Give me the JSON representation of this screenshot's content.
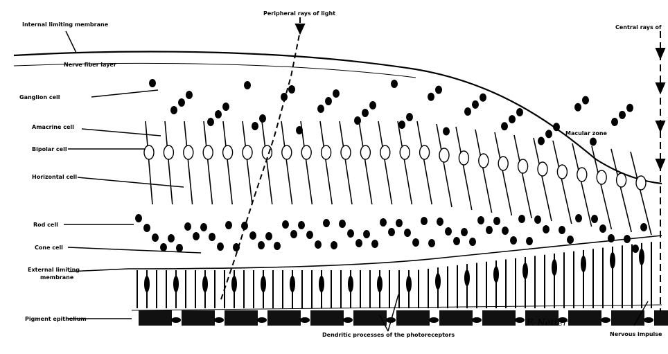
{
  "labels": {
    "internal_limiting_membrane": "Internal limiting membrane",
    "peripheral_rays": "Peripheral rays of light",
    "central_rays": "Central rays of",
    "nerve_fiber_layer": "Nerve fiber layer",
    "ganglion_cell": "Ganglion cell",
    "amacrine_cell": "Amacrine cell",
    "bipolar_cell": "Bipolar cell",
    "horizontal_cell": "Horizontal cell",
    "macular_zone": "Macular zone",
    "rod_cell": "Rod cell",
    "cone_cell": "Cone cell",
    "external_limiting_line1": "External limiting",
    "external_limiting_line2": "membrane",
    "pigment_epithelium": "Pigment epithelium",
    "dendritic_processes": "Dendritic processes of the photoreceptors",
    "nervous_impulse": "Nervous impulse",
    "signature": "F. Netter"
  }
}
